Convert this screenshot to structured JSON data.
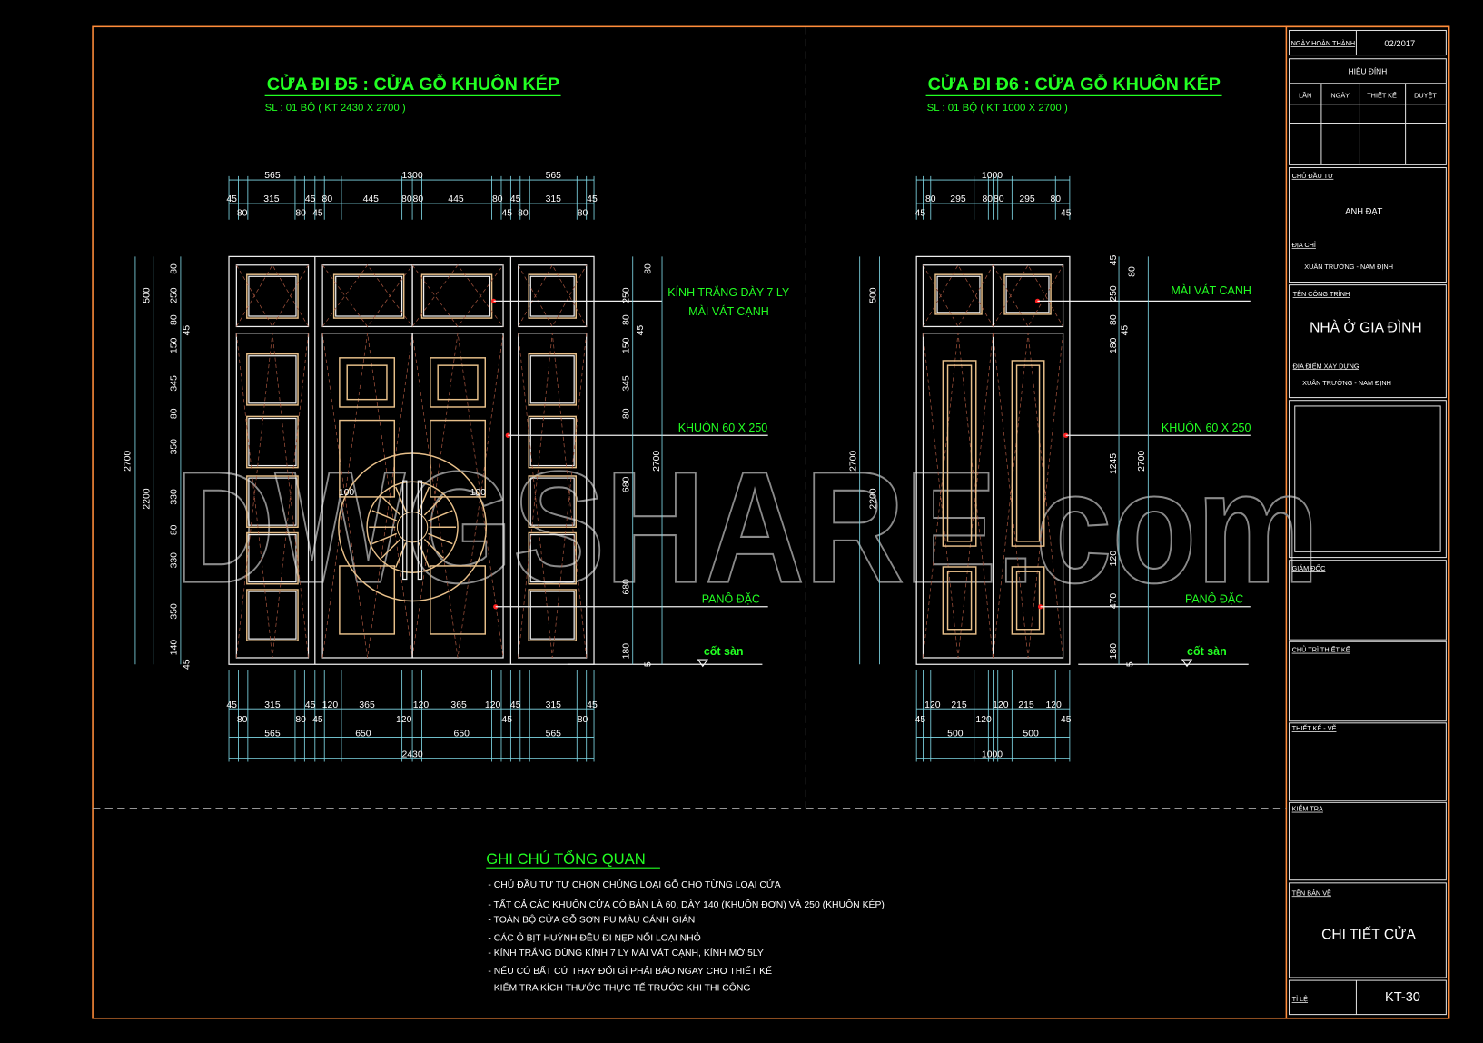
{
  "d5": {
    "title": "CỬA ĐI Đ5 : CỬA GỖ KHUÔN KÉP",
    "subtitle": "SL : 01 BỘ ( KT 2430 X 2700 )",
    "label_glass_1": "KÍNH TRẮNG DÀY 7 LY",
    "label_glass_2": "MÀI VÁT CẠNH",
    "label_frame": "KHUÔN 60 X 250",
    "label_panel": "PANÔ ĐẶC",
    "label_floor": "cốt sàn",
    "handle_dim": "100",
    "dims_top_1": [
      "565",
      "1300",
      "565"
    ],
    "dims_top_2": [
      "45",
      "315",
      "45",
      "80",
      "445",
      "80",
      "80",
      "445",
      "80",
      "45",
      "315",
      "45"
    ],
    "dims_top_3": [
      "80",
      "80",
      "45",
      "45",
      "80",
      "80"
    ],
    "dims_bot_1": [
      "45",
      "315",
      "45",
      "120",
      "365",
      "120",
      "365",
      "120",
      "45",
      "315",
      "45"
    ],
    "dims_bot_2": [
      "80",
      "80",
      "45",
      "120",
      "45",
      "80"
    ],
    "dims_bot_3": [
      "565",
      "650",
      "650",
      "565"
    ],
    "dims_bot_4": [
      "2430"
    ],
    "dims_left": [
      "2700",
      "500",
      "2200"
    ],
    "dims_left_detail": [
      "80",
      "250",
      "80",
      "45",
      "150",
      "345",
      "80",
      "350",
      "330",
      "80",
      "330",
      "350",
      "140",
      "45"
    ],
    "dims_right": [
      "80",
      "250",
      "80",
      "45",
      "150",
      "345",
      "80",
      "680",
      "680",
      "180",
      "5",
      "2700"
    ]
  },
  "d6": {
    "title": "CỬA ĐI Đ6 : CỬA GỖ KHUÔN KÉP",
    "subtitle": "SL : 01 BỘ ( KT 1000 X 2700 )",
    "label_glass": "MÀI VÁT CẠNH",
    "label_frame": "KHUÔN 60 X 250",
    "label_panel": "PANÔ ĐẶC",
    "label_floor": "cốt sàn",
    "dims_top_1": [
      "1000"
    ],
    "dims_top_2": [
      "80",
      "295",
      "80",
      "80",
      "295",
      "80"
    ],
    "dims_top_3": [
      "45",
      "45"
    ],
    "dims_bot_1": [
      "120",
      "215",
      "120",
      "215",
      "120"
    ],
    "dims_bot_2": [
      "45",
      "120",
      "45"
    ],
    "dims_bot_3": [
      "500",
      "500"
    ],
    "dims_bot_4": [
      "1000"
    ],
    "dims_left": [
      "2700",
      "500",
      "2200"
    ],
    "dims_right": [
      "45",
      "80",
      "250",
      "80",
      "45",
      "180",
      "1245",
      "120",
      "470",
      "180",
      "5",
      "2700"
    ]
  },
  "notes": {
    "title": "GHI CHÚ TỔNG QUAN",
    "items": [
      "- CHỦ ĐẦU TƯ TỰ CHỌN CHỦNG LOẠI GỖ CHO TỪNG LOẠI CỬA",
      "- TẤT CẢ CÁC KHUÔN CỬA CÓ BẢN LÀ 60, DÀY 140 (KHUÔN ĐƠN) VÀ 250 (KHUÔN KÉP)",
      "- TOÀN BỘ CỬA GỖ SƠN PU MÀU CÁNH GIÁN",
      "- CÁC Ô BỊT HUỲNH ĐỀU ĐI NẸP NỔI LOẠI NHỎ",
      "- KÍNH TRẮNG DÙNG KÍNH 7 LY MÀI VÁT CẠNH, KÍNH MỜ 5LY",
      "- NẾU CÓ BẤT CỨ THAY ĐỔI GÌ PHẢI BÁO NGAY CHO THIẾT KẾ",
      "- KIỂM TRA KÍCH THƯỚC THỰC TẾ TRƯỚC KHI THI CÔNG"
    ]
  },
  "title_block": {
    "completion_label": "NGÀY HOÀN THÀNH",
    "completion_value": "02/2017",
    "revision_title": "HIỆU ĐÍNH",
    "revision_headers": [
      "LẦN",
      "NGÀY",
      "THIẾT KẾ",
      "DUYỆT"
    ],
    "owner_label": "CHỦ ĐẦU TƯ",
    "owner_value": "ANH ĐẠT",
    "address_label": "ĐỊA CHỈ",
    "address_value": "XUÂN TRƯỜNG - NAM ĐỊNH",
    "project_label": "TÊN CÔNG TRÌNH",
    "project_value": "NHÀ Ở GIA ĐÌNH",
    "location_label": "ĐỊA ĐIỂM XÂY DỰNG",
    "location_value": "XUÂN TRƯỜNG - NAM ĐỊNH",
    "director_label": "GIÁM ĐỐC",
    "lead_designer_label": "CHỦ TRÌ THIẾT KẾ",
    "designer_label": "THIẾT KẾ - VẼ",
    "checker_label": "KIỂM TRA",
    "drawing_name_label": "TÊN BẢN VẼ",
    "drawing_name_value": "CHI TIẾT CỬA",
    "scale_label": "TỈ LỆ",
    "sheet_number": "KT-30"
  },
  "watermark": "DWGSHARE.com",
  "colors": {
    "border": "#ff8c3a",
    "title_green": "#22ff22",
    "glass": "#0a0a9a",
    "glass_hatch": "#3a3aff",
    "wood": "#e8c08a",
    "dim": "#7fd8e6",
    "handle": "#ffff33"
  }
}
